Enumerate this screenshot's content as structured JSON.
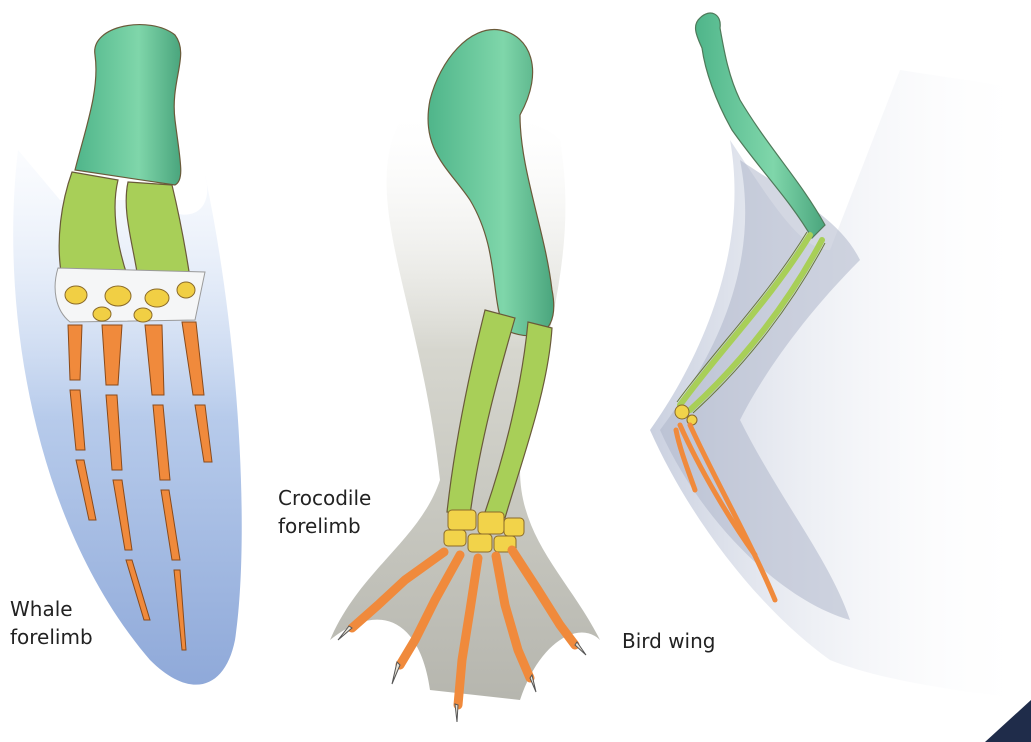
{
  "labels": {
    "whale": [
      "Whale",
      "forelimb"
    ],
    "crocodile": [
      "Crocodile",
      "forelimb"
    ],
    "bird": [
      "Bird wing"
    ]
  },
  "colors": {
    "humerus": "#6fcf9f",
    "radius_ulna": "#a6cf5a",
    "carpals": "#f2d34a",
    "digits": "#f08a3c",
    "cartilage": "#f4f6f8",
    "whale_body": "#b8cbea",
    "croc_body": "#c7c7c0",
    "bird_feathers": "#d9dde8",
    "outline": "#7a5a3a"
  }
}
